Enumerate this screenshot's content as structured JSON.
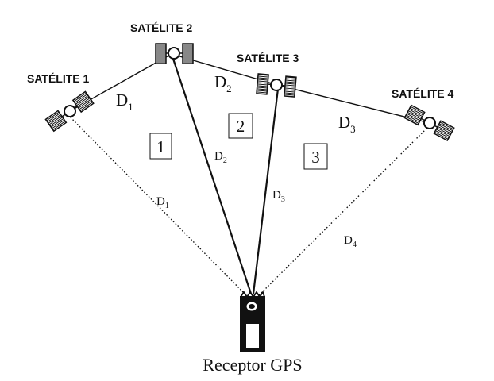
{
  "satellites": [
    {
      "label": "SATÉLITE 1"
    },
    {
      "label": "SATÉLITE 2"
    },
    {
      "label": "SATÉLITE 3"
    },
    {
      "label": "SATÉLITE 4"
    }
  ],
  "inter_distances": [
    {
      "letter": "D",
      "sub": "1"
    },
    {
      "letter": "D",
      "sub": "2"
    },
    {
      "letter": "D",
      "sub": "3"
    }
  ],
  "receiver_distances": [
    {
      "letter": "D",
      "sub": "1"
    },
    {
      "letter": "D",
      "sub": "2"
    },
    {
      "letter": "D",
      "sub": "3"
    },
    {
      "letter": "D",
      "sub": "4"
    }
  ],
  "regions": [
    {
      "number": "1"
    },
    {
      "number": "2"
    },
    {
      "number": "3"
    }
  ],
  "receiver": {
    "label": "Receptor GPS"
  }
}
